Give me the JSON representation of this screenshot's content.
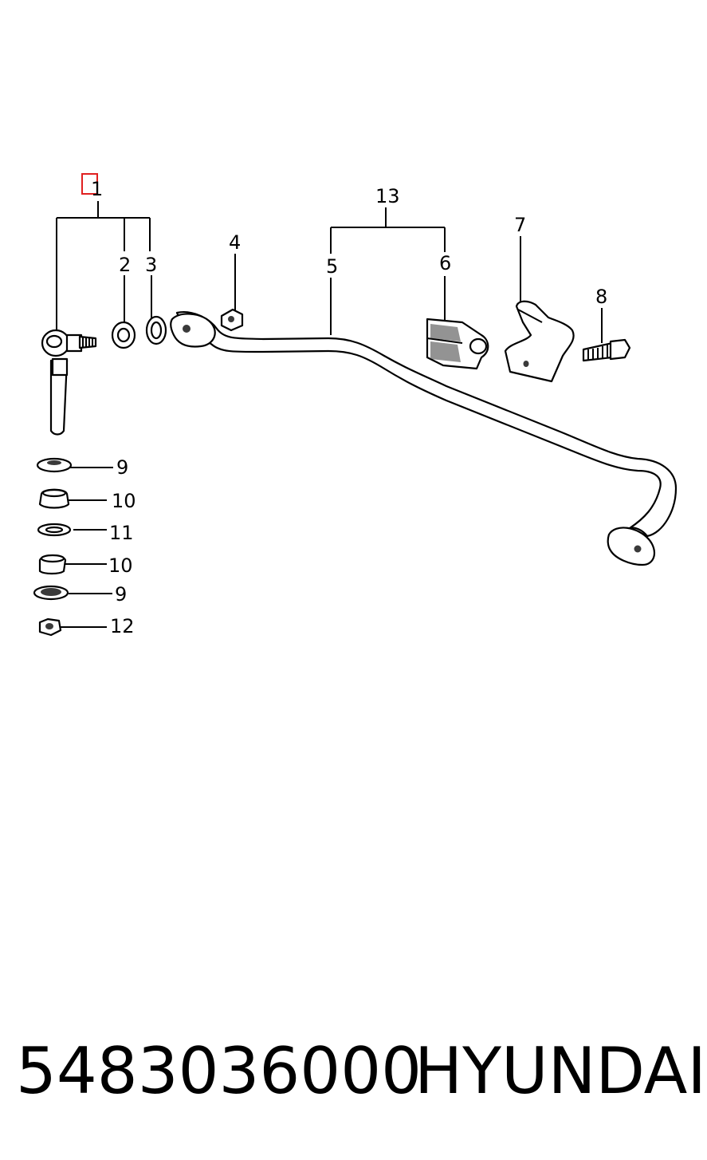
{
  "diagram": {
    "callouts": {
      "c1": "1",
      "c2": "2",
      "c3": "3",
      "c4": "4",
      "c5": "5",
      "c6": "6",
      "c7": "7",
      "c8": "8",
      "c9a": "9",
      "c10a": "10",
      "c11": "11",
      "c10b": "10",
      "c9b": "9",
      "c12": "12",
      "c13": "13"
    },
    "highlight_color": "#e02020"
  },
  "caption": {
    "part_number": "5483036000",
    "brand": "HYUNDAI"
  }
}
